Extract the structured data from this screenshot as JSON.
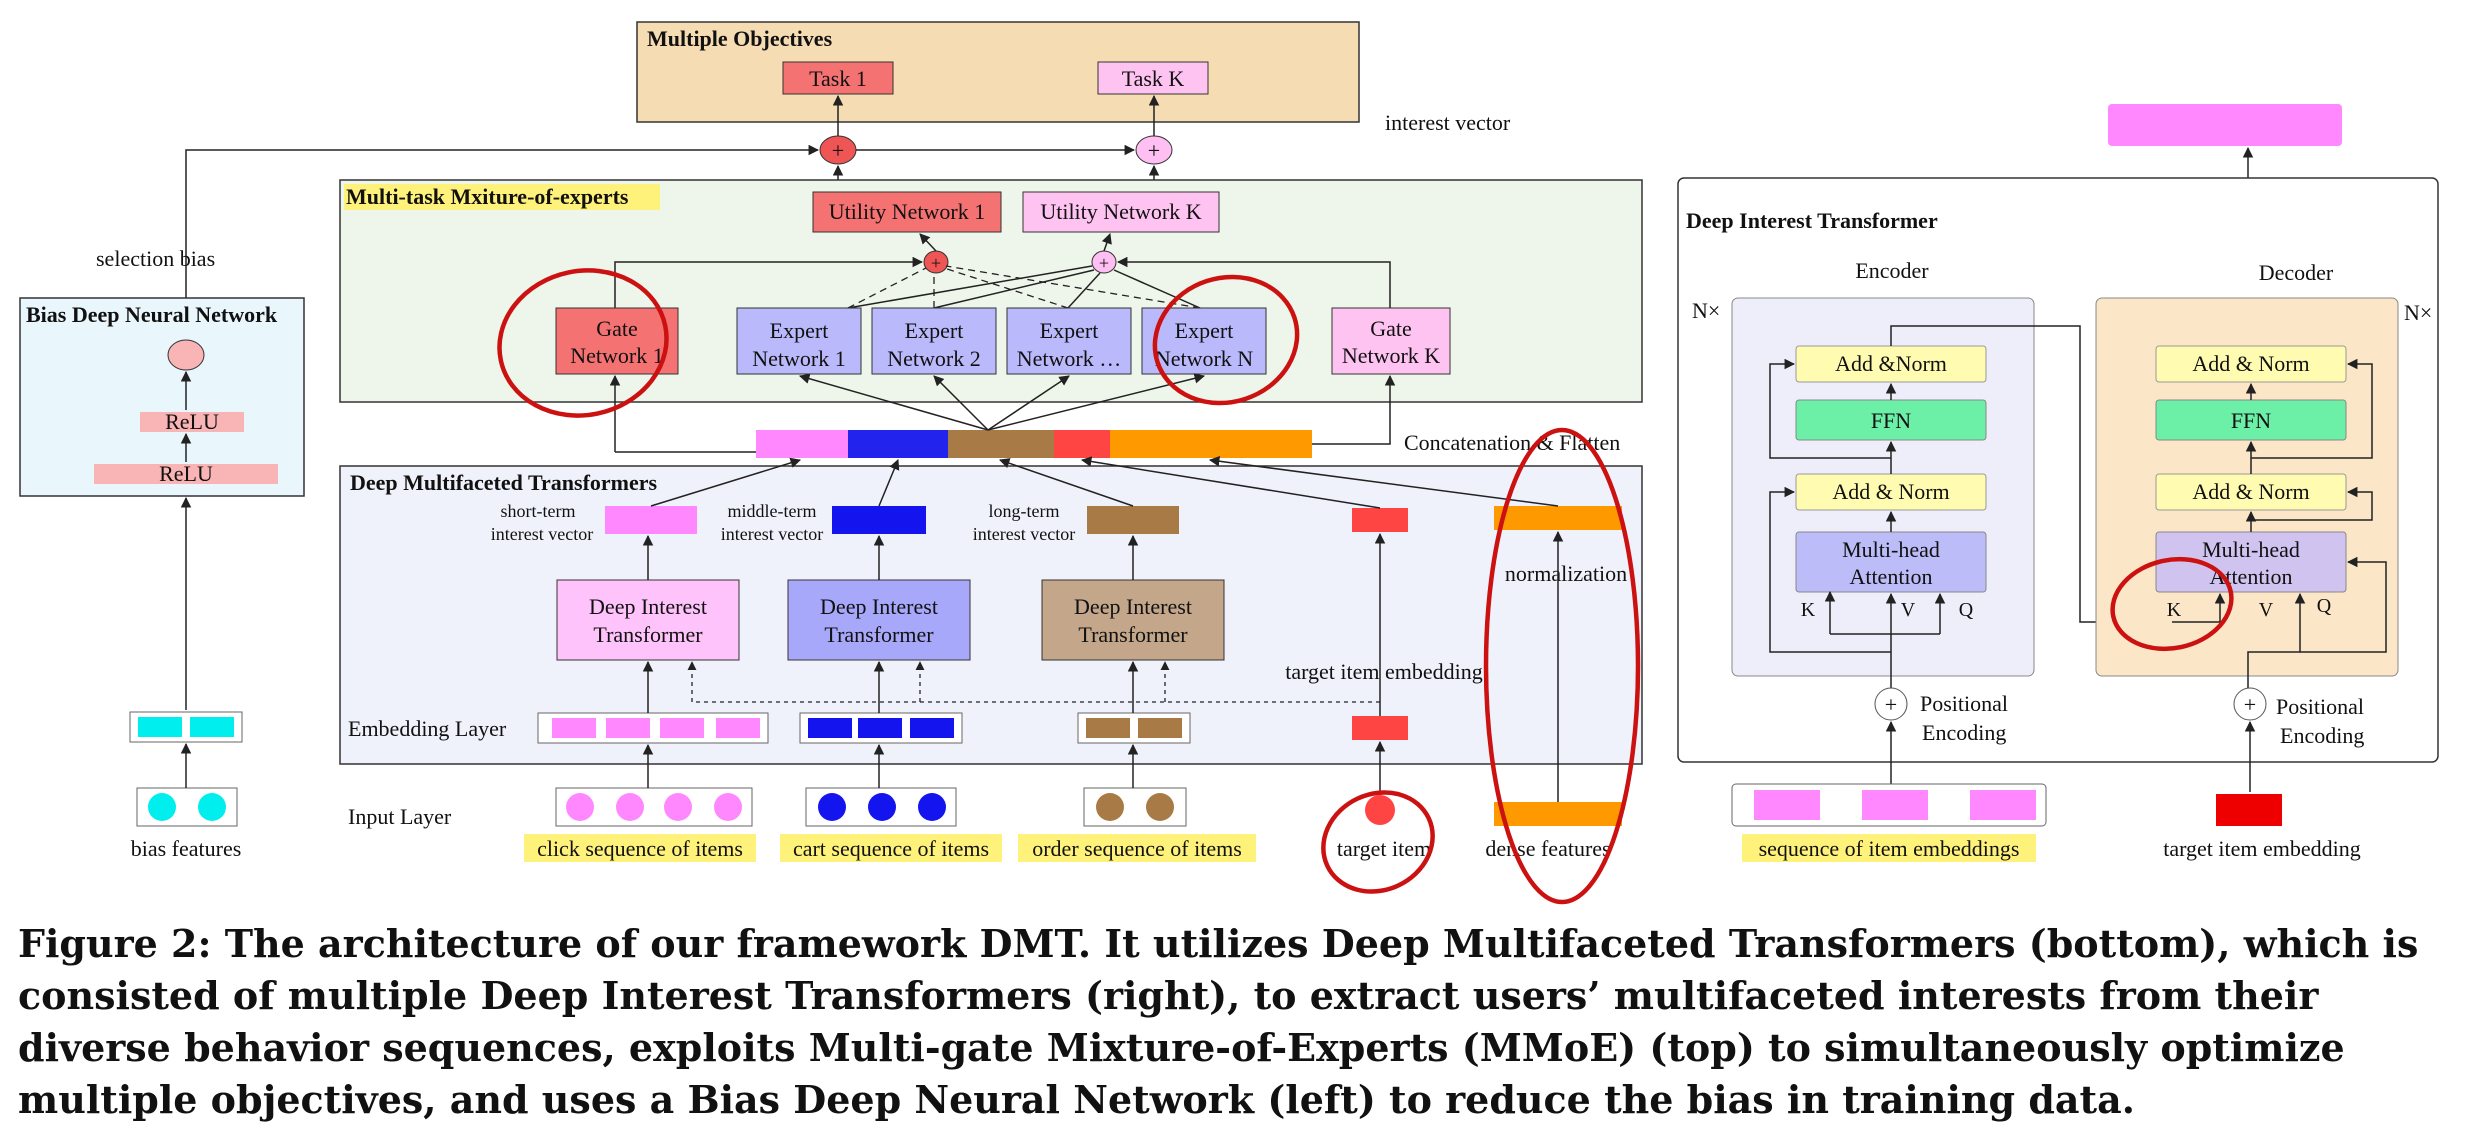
{
  "labels": {
    "multiple_objectives": "Multiple Objectives",
    "task_1": "Task 1",
    "task_k": "Task K",
    "mmoe_title": "Multi-task Mxiture-of-experts",
    "utility_1": "Utility Network 1",
    "utility_k": "Utility Network  K",
    "gate_1": [
      "Gate",
      "Network 1"
    ],
    "expert_1": [
      "Expert",
      "Network 1"
    ],
    "expert_2": [
      "Expert",
      "Network 2"
    ],
    "expert_dots": [
      "Expert",
      "Network …"
    ],
    "expert_n": [
      "Expert",
      "Network N"
    ],
    "gate_k": [
      "Gate",
      "Network K"
    ],
    "concat": "Concatenation & Flatten",
    "selection_bias": "selection bias",
    "bias_dnn_title": "Bias Deep Neural Network",
    "relu": "ReLU",
    "dmt_title": "Deep Multifaceted Transformers",
    "short_term": [
      "short-term",
      "interest vector"
    ],
    "middle_term": [
      "middle-term",
      "interest vector"
    ],
    "long_term": [
      "long-term",
      "interest vector"
    ],
    "dit": [
      "Deep Interest",
      "Transformer"
    ],
    "normalization": "normalization",
    "target_item_embedding": "target item embedding",
    "embedding_layer": "Embedding Layer",
    "input_layer": "Input Layer",
    "bias_features": "bias features",
    "click_seq": "click sequence of items",
    "cart_seq": "cart sequence of items",
    "order_seq": "order sequence of items",
    "target_item": "target item",
    "dense_features": "dense features",
    "interest_vector": "interest vector",
    "dit_panel_title": "Deep Interest Transformer",
    "encoder": "Encoder",
    "decoder": "Decoder",
    "nx": "N×",
    "add_norm_enc": "Add &Norm",
    "add_norm": "Add & Norm",
    "ffn": "FFN",
    "mha": [
      "Multi-head",
      "Attention"
    ],
    "k": "K",
    "v": "V",
    "q": "Q",
    "pos_enc": [
      "Positional",
      "Encoding"
    ],
    "seq_item_emb": "sequence of item embeddings",
    "target_item_emb_right": "target item embedding"
  },
  "caption": "Figure 2: The architecture of our framework DMT. It utilizes Deep Multifaceted Transformers (bottom), which is consisted of multiple Deep Interest Transformers (right), to extract users’ multifaceted interests from their diverse behavior sequences, exploits Multi-gate Mixture-of-Experts (MMoE) (top) to simultaneously optimize multiple objectives, and uses a Bias Deep Neural Network (left) to reduce the bias in training data.",
  "colors": {
    "pink": "#ff88ff",
    "blue": "#2323ee",
    "brown": "#a87a45",
    "red": "#ff4444",
    "orange": "#ff9900",
    "cyan": "#00eeee",
    "annotation_red": "#cc1111",
    "highlight_yellow": "#fff27a"
  }
}
